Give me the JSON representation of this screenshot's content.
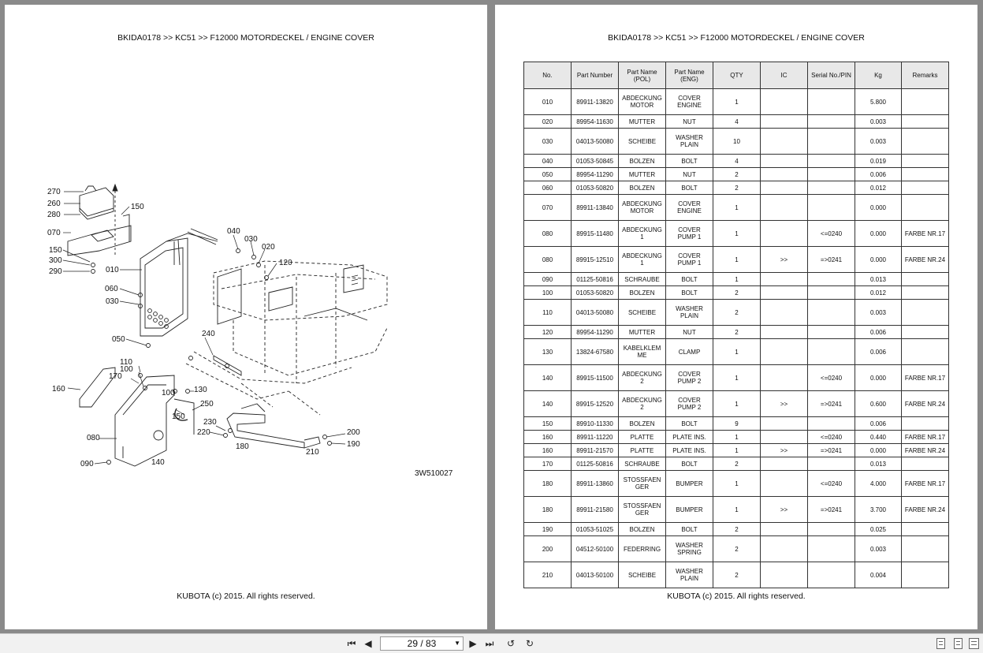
{
  "header": "BKIDA0178 >> KC51 >> F12000   MOTORDECKEL / ENGINE COVER",
  "footer": "KUBOTA (c) 2015. All rights reserved.",
  "drawing_id": "3W510027",
  "callouts": {
    "c270": "270",
    "c260": "260",
    "c280": "280",
    "c150a": "150",
    "c070": "070",
    "c150b": "150",
    "c300": "300",
    "c290": "290",
    "c010": "010",
    "c060": "060",
    "c030a": "030",
    "c040": "040",
    "c030b": "030",
    "c020": "020",
    "c120": "120",
    "c050": "050",
    "c240": "240",
    "c110": "110",
    "c100a": "100",
    "c170": "170",
    "c160": "160",
    "c100b": "100",
    "c130": "130",
    "c250": "250",
    "c150c": "150",
    "c230": "230",
    "c220": "220",
    "c080": "080",
    "c090": "090",
    "c140": "140",
    "c180": "180",
    "c210": "210",
    "c200": "200",
    "c190": "190"
  },
  "table": {
    "headers": [
      "No.",
      "Part Number",
      "Part Name\n(POL)",
      "Part Name\n(ENG)",
      "QTY",
      "IC",
      "Serial No./PIN",
      "Kg",
      "Remarks"
    ],
    "rows": [
      [
        "010",
        "89911-13820",
        "ABDECKUNG\nMOTOR",
        "COVER\nENGINE",
        "1",
        "",
        "",
        "5.800",
        ""
      ],
      [
        "020",
        "89954-11630",
        "MUTTER",
        "NUT",
        "4",
        "",
        "",
        "0.003",
        ""
      ],
      [
        "030",
        "04013-50080",
        "SCHEIBE",
        "WASHER\nPLAIN",
        "10",
        "",
        "",
        "0.003",
        ""
      ],
      [
        "040",
        "01053-50845",
        "BOLZEN",
        "BOLT",
        "4",
        "",
        "",
        "0.019",
        ""
      ],
      [
        "050",
        "89954-11290",
        "MUTTER",
        "NUT",
        "2",
        "",
        "",
        "0.006",
        ""
      ],
      [
        "060",
        "01053-50820",
        "BOLZEN",
        "BOLT",
        "2",
        "",
        "",
        "0.012",
        ""
      ],
      [
        "070",
        "89911-13840",
        "ABDECKUNG\nMOTOR",
        "COVER\nENGINE",
        "1",
        "",
        "",
        "0.000",
        ""
      ],
      [
        "080",
        "89915-11480",
        "ABDECKUNG\n1",
        "COVER\nPUMP 1",
        "1",
        "",
        "<=0240",
        "0.000",
        "FARBE NR.17"
      ],
      [
        "080",
        "89915-12510",
        "ABDECKUNG\n1",
        "COVER\nPUMP 1",
        "1",
        ">>",
        "=>0241",
        "0.000",
        "FARBE NR.24"
      ],
      [
        "090",
        "01125-50816",
        "SCHRAUBE",
        "BOLT",
        "1",
        "",
        "",
        "0.013",
        ""
      ],
      [
        "100",
        "01053-50820",
        "BOLZEN",
        "BOLT",
        "2",
        "",
        "",
        "0.012",
        ""
      ],
      [
        "110",
        "04013-50080",
        "SCHEIBE",
        "WASHER\nPLAIN",
        "2",
        "",
        "",
        "0.003",
        ""
      ],
      [
        "120",
        "89954-11290",
        "MUTTER",
        "NUT",
        "2",
        "",
        "",
        "0.006",
        ""
      ],
      [
        "130",
        "13824-67580",
        "KABELKLEM\nME",
        "CLAMP",
        "1",
        "",
        "",
        "0.006",
        ""
      ],
      [
        "140",
        "89915-11500",
        "ABDECKUNG\n2",
        "COVER\nPUMP 2",
        "1",
        "",
        "<=0240",
        "0.000",
        "FARBE NR.17"
      ],
      [
        "140",
        "89915-12520",
        "ABDECKUNG\n2",
        "COVER\nPUMP 2",
        "1",
        ">>",
        "=>0241",
        "0.600",
        "FARBE NR.24"
      ],
      [
        "150",
        "89910-11330",
        "BOLZEN",
        "BOLT",
        "9",
        "",
        "",
        "0.006",
        ""
      ],
      [
        "160",
        "89911-11220",
        "PLATTE",
        "PLATE INS.",
        "1",
        "",
        "<=0240",
        "0.440",
        "FARBE NR.17"
      ],
      [
        "160",
        "89911-21570",
        "PLATTE",
        "PLATE INS.",
        "1",
        ">>",
        "=>0241",
        "0.000",
        "FARBE NR.24"
      ],
      [
        "170",
        "01125-50816",
        "SCHRAUBE",
        "BOLT",
        "2",
        "",
        "",
        "0.013",
        ""
      ],
      [
        "180",
        "89911-13860",
        "STOSSFAEN\nGER",
        "BUMPER",
        "1",
        "",
        "<=0240",
        "4.000",
        "FARBE NR.17"
      ],
      [
        "180",
        "89911-21580",
        "STOSSFAEN\nGER",
        "BUMPER",
        "1",
        ">>",
        "=>0241",
        "3.700",
        "FARBE NR.24"
      ],
      [
        "190",
        "01053-51025",
        "BOLZEN",
        "BOLT",
        "2",
        "",
        "",
        "0.025",
        ""
      ],
      [
        "200",
        "04512-50100",
        "FEDERRING",
        "WASHER\nSPRING",
        "2",
        "",
        "",
        "0.003",
        ""
      ],
      [
        "210",
        "04013-50100",
        "SCHEIBE",
        "WASHER\nPLAIN",
        "2",
        "",
        "",
        "0.004",
        ""
      ]
    ]
  },
  "toolbar": {
    "page_indicator": "29 / 83"
  }
}
